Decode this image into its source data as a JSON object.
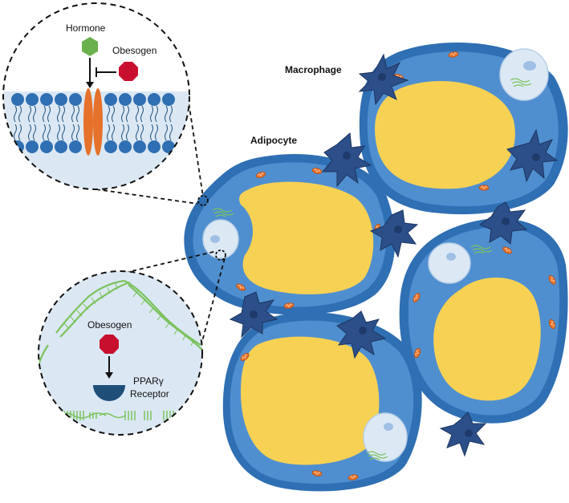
{
  "labels": {
    "macrophage": "Macrophage",
    "adipocyte": "Adipocyte",
    "hormone": "Hormone",
    "obesogen_top": "Obesogen",
    "obesogen_bottom": "Obesogen",
    "receptor_line1": "PPARγ",
    "receptor_line2": "Receptor"
  },
  "colors": {
    "cell_outer": "#2f6fb3",
    "cell_fill": "#4f8fd0",
    "lipid": "#f7d154",
    "nucleus": "#dce9f5",
    "macrophage": "#2c4f8a",
    "mitochondria": "#e6712b",
    "hormone": "#6ab04c",
    "obesogen": "#c8102e",
    "membrane_head": "#2f6fb3",
    "channel": "#e6712b",
    "dna": "#7cc25e",
    "receptor": "#1f4e79",
    "zoom_bg": "#dbe8f4"
  },
  "icons": [
    "hormone-hexagon-icon",
    "obesogen-hexagon-icon",
    "inhibit-arrow-icon",
    "activation-arrow-icon",
    "dna-helix-icon",
    "receptor-icon"
  ]
}
